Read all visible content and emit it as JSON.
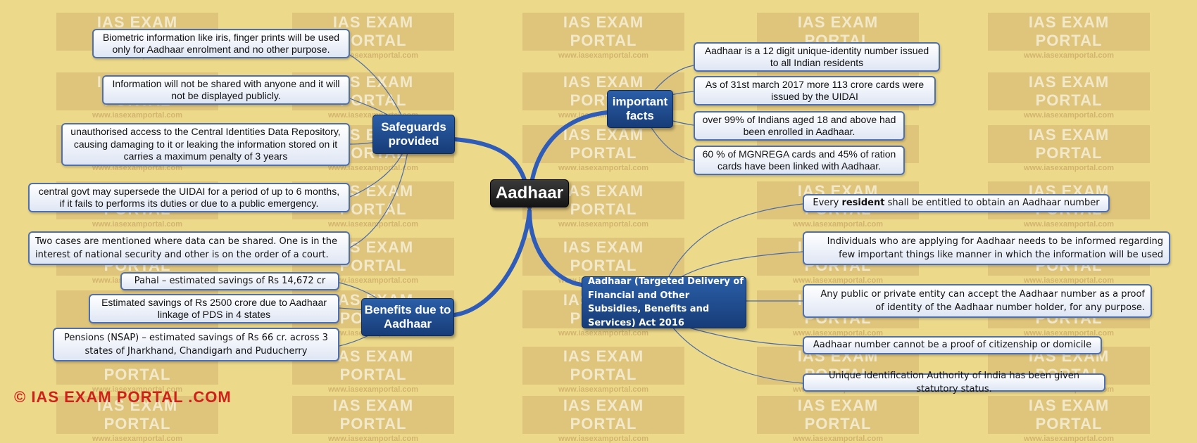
{
  "watermark": {
    "title": "IAS EXAM PORTAL",
    "url": "www.iasexamportal.com"
  },
  "center": "Aadhaar",
  "branches": {
    "safeguards": {
      "title": "Safeguards provided",
      "items": [
        "Biometric information like iris, finger prints will be used only for Aadhaar enrolment and no other purpose.",
        "Information will not be shared with anyone and it will not be displayed publicly.",
        "unauthorised access to the Central Identities Data Repository, causing damaging to it or leaking the information stored on it carries a maximum penalty of 3 years",
        "central govt may supersede the UIDAI for a period of up to 6 months, if it fails to performs its duties or due to a public emergency.",
        "Two cases are mentioned where data can be shared. One is in the interest of national security and other is on the order of a court."
      ]
    },
    "benefits": {
      "title": "Benefits due to Aadhaar",
      "items": [
        "Pahal – estimated savings of Rs 14,672 cr",
        "Estimated savings of Rs 2500 crore due to Aadhaar linkage of PDS in 4 states",
        "Pensions (NSAP) – estimated savings of Rs 66 cr. across 3 states of Jharkhand, Chandigarh and Puducherry"
      ]
    },
    "facts": {
      "title": "important facts",
      "items": [
        "Aadhaar is a 12 digit unique-identity number issued to all Indian residents",
        "As of 31st march 2017 more 113 crore cards were issued by the UIDAI",
        "over 99% of Indians aged 18 and above had been enrolled in Aadhaar.",
        "60 % of MGNREGA cards and 45% of ration cards have been linked with Aadhaar."
      ]
    },
    "act": {
      "title": "Aadhaar (Targeted Delivery of Financial and Other Subsidies, Benefits and Services) Act 2016",
      "item1_pre": "Every ",
      "item1_bold": "resident",
      "item1_post": " shall be entitled to obtain an Aadhaar number",
      "items": [
        "Individuals who are applying for Aadhaar needs to be informed regarding few important things like manner in which the information will be used",
        "Any public or private entity can accept the Aadhaar number as a proof of identity of the Aadhaar number holder, for any purpose.",
        "Aadhaar number cannot be a proof of citizenship or domicile",
        "Unique Identification Authority of India has been given statutory status."
      ]
    }
  },
  "copyright": "© IAS EXAM PORTAL .COM",
  "colors": {
    "background": "#ecd98a",
    "branch_line": "#2e5cb8",
    "leaf_line": "#4a6aa8",
    "main_node": "#1f4a8f",
    "center_node": "#1a1a1a",
    "copyright": "#d0201a"
  }
}
